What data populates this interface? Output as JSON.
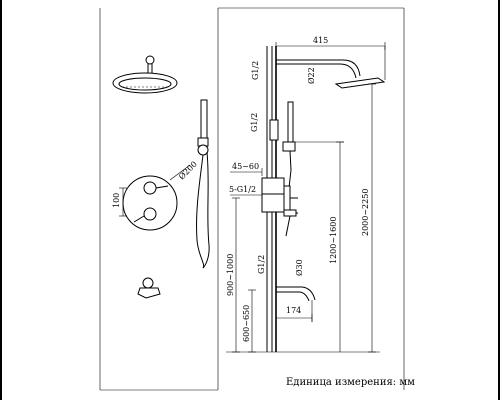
{
  "labels": {
    "diam_round_plate": "Ø200",
    "height_100": "100",
    "width_415": "415",
    "diam_22": "Ø22",
    "thread_top": "G1/2",
    "thread_holder": "G1/2",
    "range_45_60": "45~60",
    "thread_5": "5-G1/2",
    "range_2000_2250": "2000~2250",
    "range_1200_1600": "1200~1600",
    "range_900_1000": "900~1000",
    "thread_spout": "G1/2",
    "diam_30": "Ø30",
    "range_600_650": "600~650",
    "width_174": "174"
  },
  "caption": "Единица измерения: мм"
}
